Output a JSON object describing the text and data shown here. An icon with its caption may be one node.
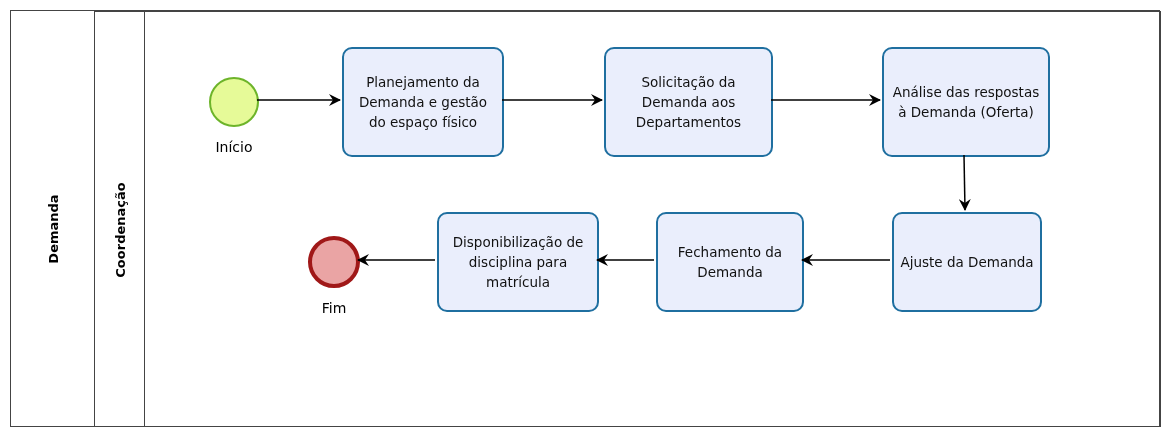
{
  "diagram": {
    "nodes": [
      {
        "text": [
          "Demanda"
        ]
      },
      {
        "text": [
          "Coordenação"
        ],
        "in": 0
      },
      {
        "text": [],
        "shape": "circle",
        "beside": [
          "Início"
        ],
        "in": 1
      },
      {
        "text": [
          "Planejamento da Demanda e gestão do espaço físico"
        ],
        "in": 1
      },
      {
        "text": [
          "Solicitação da Demanda aos Departamentos"
        ],
        "in": 1
      },
      {
        "text": [
          "Análise das respostas à Demanda (Oferta)"
        ],
        "in": 1
      },
      {
        "text": [
          "Ajuste da Demanda"
        ],
        "in": 1
      },
      {
        "text": [
          "Fechamento da Demanda"
        ],
        "in": 1
      },
      {
        "text": [
          "Disponibilização de disciplina para matrícula"
        ],
        "in": 1
      },
      {
        "text": [],
        "shape": "circle",
        "beside": [
          "Fim"
        ],
        "in": 1
      }
    ],
    "edges": [
      {
        "from": 2,
        "to": 3,
        "arrow": "to"
      },
      {
        "from": 3,
        "to": 4,
        "arrow": "to"
      },
      {
        "from": 4,
        "to": 5,
        "arrow": "to"
      },
      {
        "from": 5,
        "to": 6,
        "arrow": "to"
      },
      {
        "from": 6,
        "to": 7,
        "arrow": "to"
      },
      {
        "from": 7,
        "to": 8,
        "arrow": "to"
      },
      {
        "from": 8,
        "to": 9,
        "arrow": "to"
      }
    ]
  }
}
